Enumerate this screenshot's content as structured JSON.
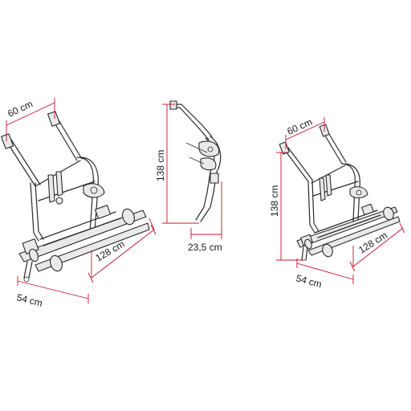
{
  "colors": {
    "dimension": "#c8102e",
    "line": "#2a2a2a",
    "text": "#1a1a1a",
    "background": "#ffffff"
  },
  "left_view": {
    "width_label": "60 cm",
    "length_label": "128 cm",
    "depth_label": "54 cm"
  },
  "middle_view": {
    "height_label": "138 cm",
    "depth_label": "23,5 cm"
  },
  "right_view": {
    "width_label": "60 cm",
    "height_label": "138 cm",
    "length_label": "128 cm",
    "depth_label": "54 cm"
  }
}
